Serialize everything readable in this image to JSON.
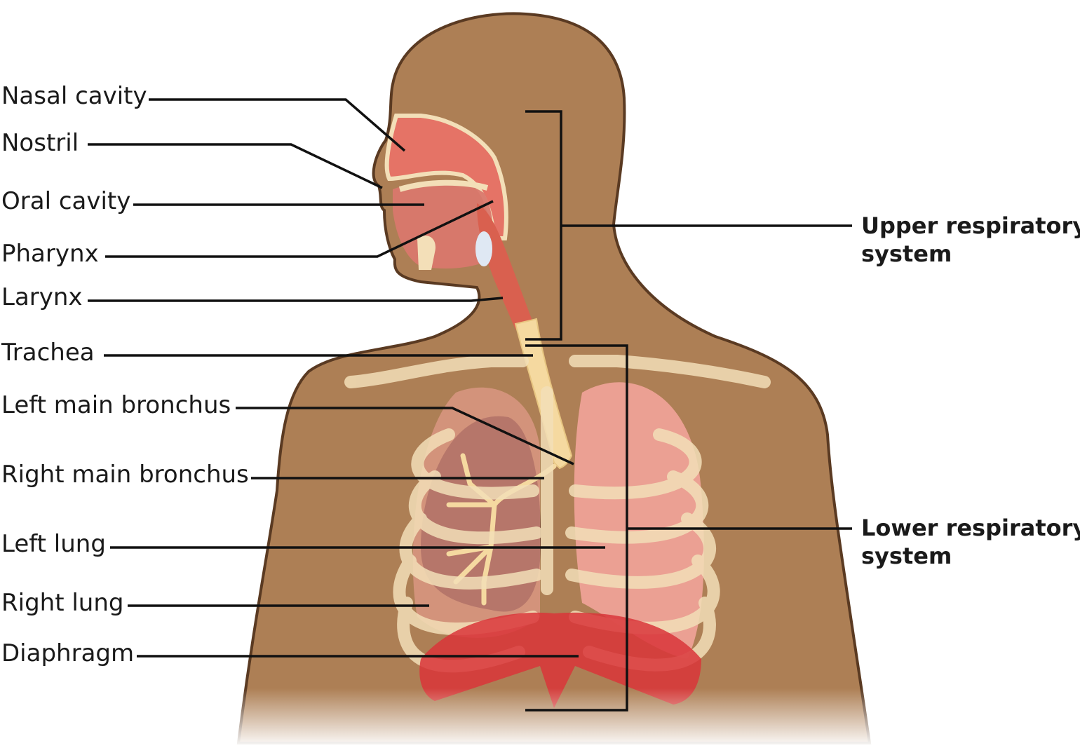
{
  "labels": {
    "nasal_cavity": "Nasal cavity",
    "nostril": "Nostril",
    "oral_cavity": "Oral cavity",
    "pharynx": "Pharynx",
    "larynx": "Larynx",
    "trachea": "Trachea",
    "left_main_bronchus": "Left main bronchus",
    "right_main_bronchus": "Right main bronchus",
    "left_lung": "Left lung",
    "right_lung": "Right lung",
    "diaphragm": "Diaphragm"
  },
  "groups": {
    "upper_line1": "Upper respiratory",
    "upper_line2": "system",
    "lower_line1": "Lower respiratory",
    "lower_line2": "system"
  },
  "colors": {
    "skin": "#ad7f55",
    "skin_outline": "#5a3a22",
    "lung": "#f2a49a",
    "airway": "#f5d9a0",
    "bone": "#f3dfb8",
    "diaphragm": "#d9353a",
    "leader_line": "#111111"
  }
}
